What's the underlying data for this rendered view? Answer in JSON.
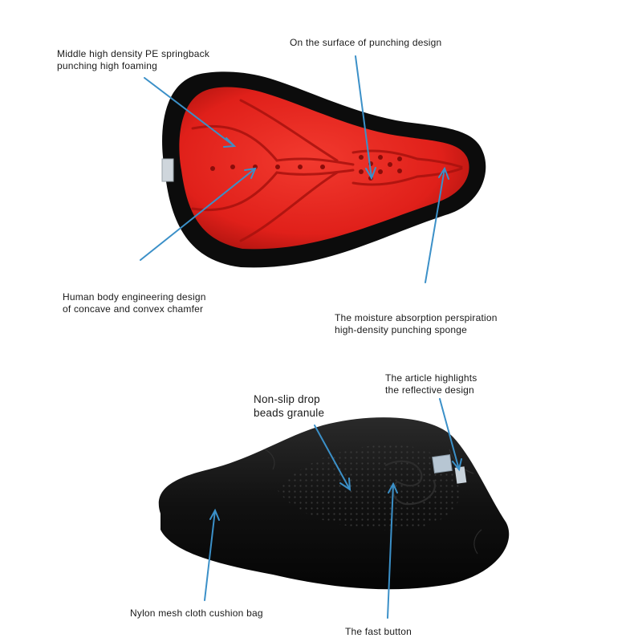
{
  "colors": {
    "arrow": "#3b90c8",
    "foam": "#e8231c",
    "foam_dark": "#b3140f",
    "cover": "#0b0b0b"
  },
  "labels": {
    "pe_foam": [
      "Middle high density PE springback",
      "punching high foaming"
    ],
    "punching_surface": [
      "On the surface of punching design"
    ],
    "ergonomic": [
      "Human body engineering design",
      "of concave and convex chamfer"
    ],
    "sponge": [
      "The moisture absorption perspiration",
      "high-density punching sponge"
    ],
    "non_slip": [
      "Non-slip drop",
      "beads granule"
    ],
    "reflective": [
      "The article highlights",
      "the reflective design"
    ],
    "nylon": [
      "Nylon mesh cloth cushion bag"
    ],
    "fast_button": [
      "The fast button"
    ]
  }
}
